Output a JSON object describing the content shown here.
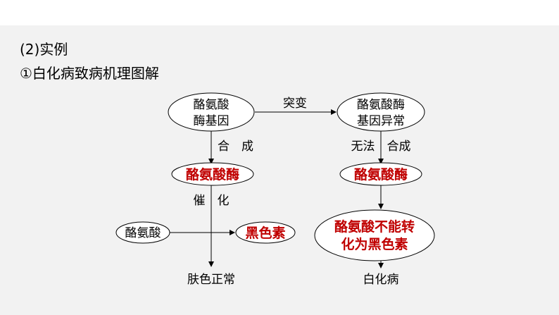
{
  "section": {
    "heading": "(2)实例",
    "subheading": "①白化病致病机理图解"
  },
  "diagram": {
    "gene_normal": [
      "酪氨酸",
      "酶基因"
    ],
    "gene_mutant": [
      "酪氨酸酶",
      "基因异常"
    ],
    "mutation_label": "突变",
    "synthesis_left": "合　成",
    "synthesis_right": "无法　合成",
    "enzyme_left": "酪氨酸酶",
    "enzyme_right": "酪氨酸酶",
    "catalysis": "催　化",
    "substrate": "酪氨酸",
    "product": "黑色素",
    "failure": [
      "酪氨酸不能转",
      "化为黑色素"
    ],
    "outcome_normal": "肤色正常",
    "outcome_disease": "白化病"
  },
  "colors": {
    "red_text": "#c00000",
    "background": "#f2f2f2"
  }
}
